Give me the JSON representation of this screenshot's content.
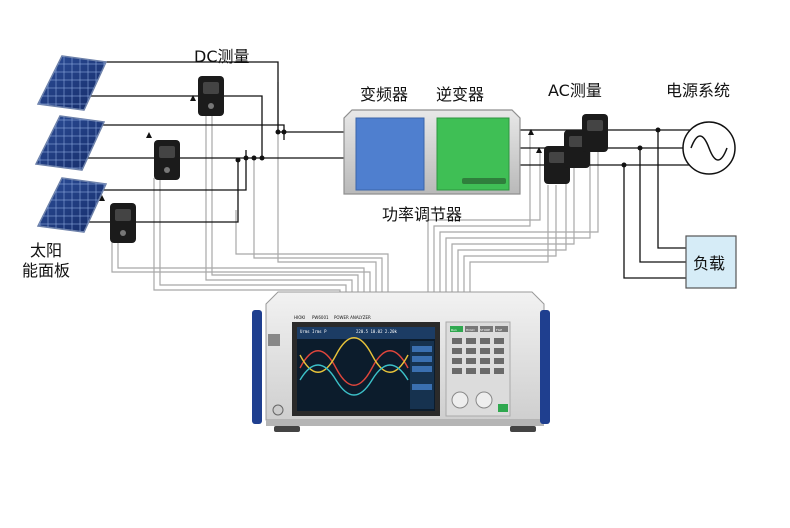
{
  "labels": {
    "dc_measure": "DC测量",
    "inverter_stage": "变频器",
    "converter_stage": "逆变器",
    "ac_measure": "AC测量",
    "power_grid": "电源系统",
    "pcs": "功率调节器",
    "solar_line1": "太阳",
    "solar_line2": "能面板",
    "load": "负载"
  },
  "instrument": {
    "brand": "HIOKI",
    "model": "PW6001",
    "subtitle": "POWER ANALYZER",
    "screen_readout": "Urms  Irms  P",
    "screen_values": "220.5  10.02  2.20k",
    "keys_top": [
      "Run",
      "HOLD",
      "STORE",
      "FILE"
    ]
  },
  "colors": {
    "wire": "#111111",
    "signal_wire": "#a8a8a8",
    "inverter_blue": "#4f7fcf",
    "converter_green": "#3fbf55",
    "load_fill": "#d6ecf7",
    "panel_blue": "#1f3f8f",
    "wave_red": "#e0463c",
    "wave_yellow": "#e8c33a",
    "wave_teal": "#3cc0c8",
    "screen_bg": "#0c1c2c"
  },
  "icons": [
    "solar-panel-icon",
    "current-probe-icon",
    "ac-source-icon"
  ]
}
